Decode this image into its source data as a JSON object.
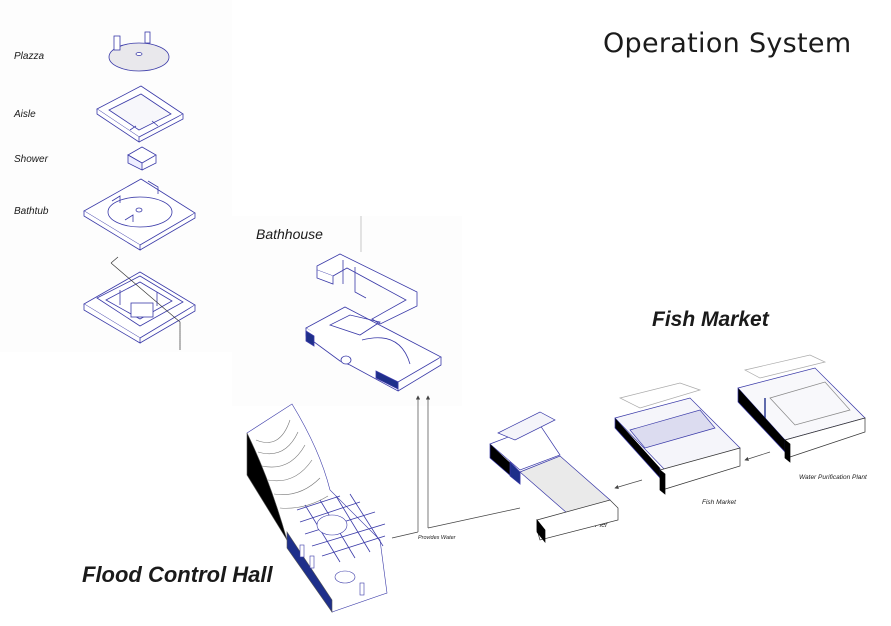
{
  "title": "Operation System",
  "colors": {
    "line": "#3a3aa8",
    "accent_fill": "#1e2f8a",
    "solid": "#000000",
    "connector": "#444444",
    "text": "#1a1a1a"
  },
  "exploded_components": [
    {
      "label": "Plazza",
      "icon": "plaza-disc-diagram"
    },
    {
      "label": "Aisle",
      "icon": "aisle-frame-diagram"
    },
    {
      "label": "Shower",
      "icon": "shower-box-diagram"
    },
    {
      "label": "Bathtub",
      "icon": "bathtub-slab-diagram"
    },
    {
      "label": "",
      "icon": "assembled-bath-diagram"
    }
  ],
  "sections": {
    "bathhouse": {
      "label": "Bathhouse"
    },
    "fish_market": {
      "label": "Fish Market"
    },
    "flood_control_hall": {
      "label": "Flood Control Hall"
    }
  },
  "fish_market_units": [
    {
      "label": "Pier"
    },
    {
      "label": "Fish Market"
    },
    {
      "label": "Water Purification Plant"
    }
  ],
  "connectors": {
    "provides_water": "Provides Water"
  }
}
